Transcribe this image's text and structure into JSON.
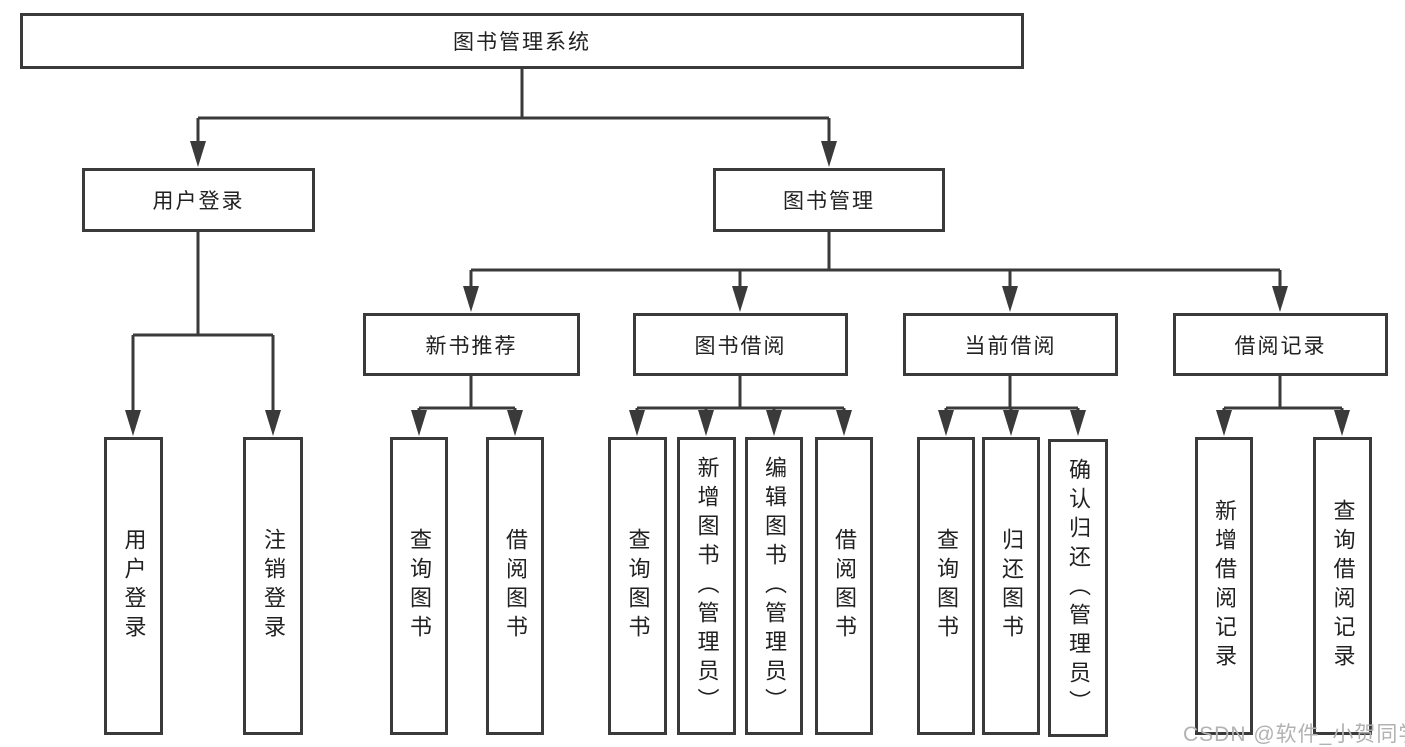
{
  "colors": {
    "line": "#3a3a3a",
    "box_border": "#3a3a3a",
    "text": "#212121",
    "background": "#ffffff",
    "watermark": "#b2b2b2"
  },
  "diagram": {
    "root": {
      "label": "图书管理系统"
    },
    "branches": [
      {
        "label": "用户登录",
        "children": [
          {
            "label": "用户登录"
          },
          {
            "label": "注销登录"
          }
        ]
      },
      {
        "label": "图书管理",
        "groups": [
          {
            "label": "新书推荐",
            "children": [
              {
                "label": "查询图书"
              },
              {
                "label": "借阅图书"
              }
            ]
          },
          {
            "label": "图书借阅",
            "children": [
              {
                "label": "查询图书"
              },
              {
                "label": "新增图书（管理员）"
              },
              {
                "label": "编辑图书（管理员）"
              },
              {
                "label": "借阅图书"
              }
            ]
          },
          {
            "label": "当前借阅",
            "children": [
              {
                "label": "查询图书"
              },
              {
                "label": "归还图书"
              },
              {
                "label": "确认归还（管理员）"
              }
            ]
          },
          {
            "label": "借阅记录",
            "children": [
              {
                "label": "新增借阅记录"
              },
              {
                "label": "查询借阅记录"
              }
            ]
          }
        ]
      }
    ]
  },
  "watermark": {
    "text": "CSDN @软件_小贺同学"
  }
}
